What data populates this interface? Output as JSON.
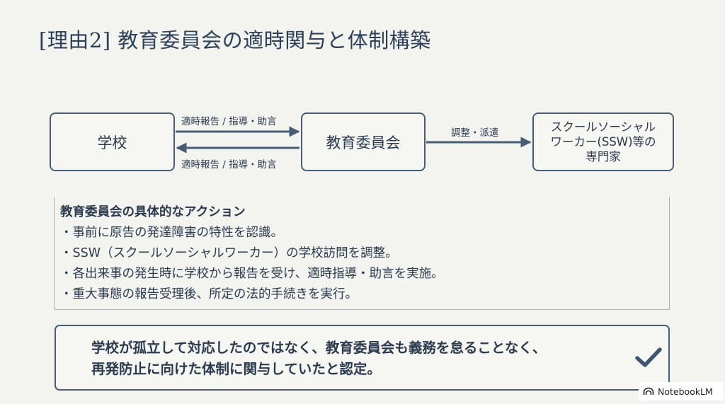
{
  "title": "[理由2] 教育委員会の適時関与と体制構築",
  "diagram": {
    "school": "学校",
    "board": "教育委員会",
    "ssw": "スクールソーシャル\nワーカー(SSW)等の\n専門家",
    "arrow_top_label": "適時報告 / 指導・助言",
    "arrow_bottom_label": "適時報告 / 指導・助言",
    "arrow_right_label": "調整・派遣",
    "color": "#4a5c73"
  },
  "actions": {
    "title": "教育委員会の具体的なアクション",
    "items": [
      "事前に原告の発達障害の特性を認識。",
      "SSW（スクールソーシャルワーカー）の学校訪問を調整。",
      "各出来事の発生時に学校から報告を受け、適時指導・助言を実施。",
      "重大事態の報告受理後、所定の法的手続きを実行。"
    ]
  },
  "conclusion": {
    "line1": "学校が孤立して対応したのではなく、教育委員会も義務を怠ることなく、",
    "line2": "再発防止に向けた体制に関与していたと認定。",
    "icon": "check-icon"
  },
  "brand": {
    "label": "NotebookLM",
    "icon": "notebooklm-logo-icon"
  }
}
